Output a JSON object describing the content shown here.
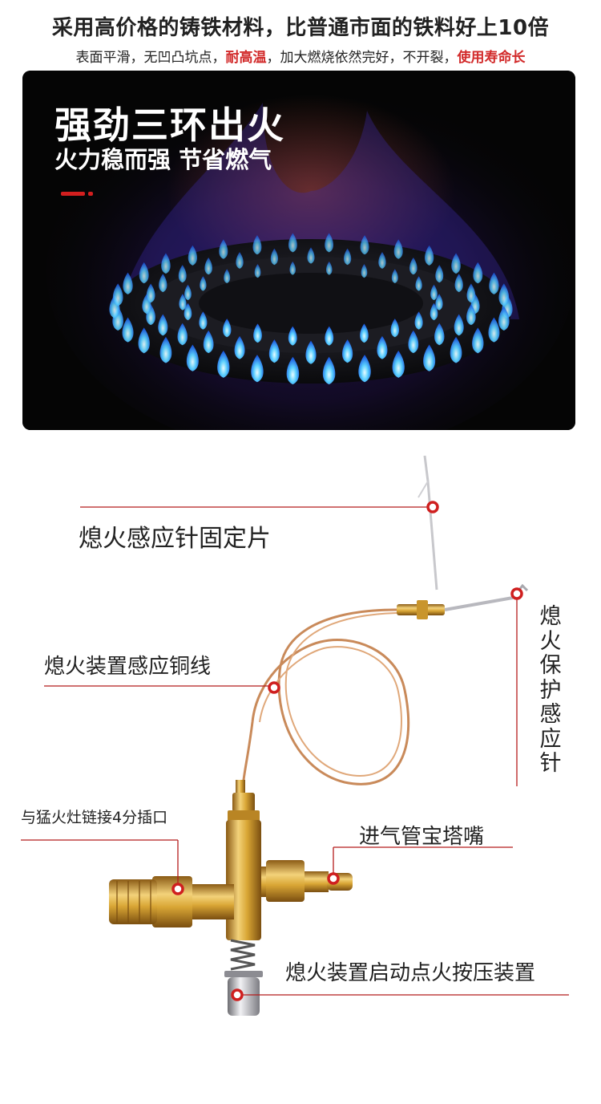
{
  "header": {
    "title": "采用高价格的铸铁材料，比普通市面的铁料好上10倍",
    "subtitle_part1": "表面平滑，无凹凸坑点，",
    "subtitle_highlight1": "耐高温",
    "subtitle_part2": "，加大燃烧依然完好，不开裂，",
    "subtitle_highlight2": "使用寿命长"
  },
  "flame_panel": {
    "title": "强劲三环出火",
    "subtitle": "火力稳而强 节省燃气"
  },
  "callouts": {
    "fixing_plate": "熄火感应针固定片",
    "copper_wire": "熄火装置感应铜线",
    "protection_needle_chars": [
      "熄",
      "火",
      "保",
      "护",
      "感",
      "应",
      "针"
    ],
    "connector": "与猛火灶链接4分插口",
    "inlet": "进气管宝塔嘴",
    "igniter": "熄火装置启动点火按压装置"
  },
  "colors": {
    "accent_red": "#d22a2a",
    "flame_blue": "#3aa0ff",
    "brass": "#d9a635",
    "copper": "#c98a5a"
  }
}
